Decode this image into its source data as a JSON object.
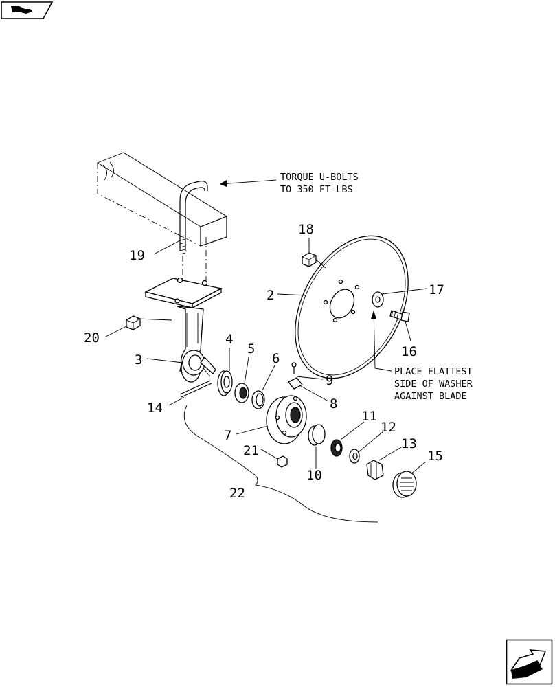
{
  "icons": {
    "top_left": "parts-catalog-nav-icon",
    "bottom_right": "next-page-arrow-icon"
  },
  "notes": {
    "torque_line1": "TORQUE U-BOLTS",
    "torque_line2": "TO 350 FT-LBS",
    "washer_line1": "PLACE FLATTEST",
    "washer_line2": "SIDE OF WASHER",
    "washer_line3": "AGAINST BLADE"
  },
  "callouts": {
    "c2": "2",
    "c3": "3",
    "c4": "4",
    "c5": "5",
    "c6": "6",
    "c7": "7",
    "c8": "8",
    "c9": "9",
    "c10": "10",
    "c11": "11",
    "c12": "12",
    "c13": "13",
    "c14": "14",
    "c15": "15",
    "c16": "16",
    "c17": "17",
    "c18": "18",
    "c19": "19",
    "c20": "20",
    "c21": "21",
    "c22": "22"
  }
}
